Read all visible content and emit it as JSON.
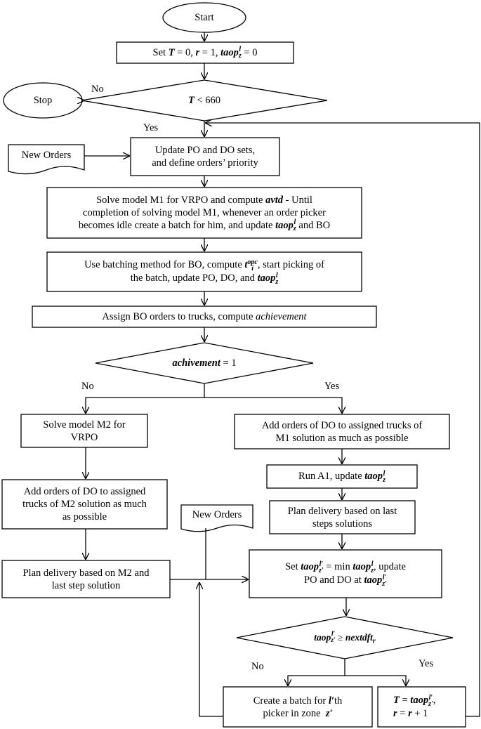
{
  "start": "Start",
  "stop": "Stop",
  "init": {
    "prefix": "Set",
    "T": "T",
    "eq0": "= 0,",
    "r": "r",
    "eq1": "= 1,",
    "taop": "taop",
    "sup": "l",
    "sub": "z",
    "eq2": "= 0"
  },
  "cond1": {
    "T": "T",
    "rest": "< 660"
  },
  "no1": "No",
  "yes1": "Yes",
  "new_orders_1": "New Orders",
  "update": [
    "Update PO and DO sets,",
    "and define orders’ priority"
  ],
  "solve_m1": {
    "l1a": "Solve model M1 for VRPO and compute",
    "avtd": "avtd",
    "l1b": "- Until",
    "l2": "completion of solving model M1, whenever an order picker",
    "l3a": "becomes idle create a batch for him, and update",
    "taop": "taop",
    "sup": "l",
    "sub": "z",
    "l3b": "and BO"
  },
  "batching": {
    "l1a": "Use batching method for BO, compute",
    "t": "t",
    "tsup": "opc",
    "tsub": "i",
    "l1b": ", start picking of",
    "l2a": "the batch, update PO, DO, and",
    "taop": "taop",
    "sup": "l",
    "sub": "z"
  },
  "assign": {
    "text": "Assign BO orders to trucks, compute",
    "em": "achievement"
  },
  "cond2": {
    "var": "achivement",
    "rest": "= 1"
  },
  "no2": "No",
  "yes2": "Yes",
  "solve_m2": [
    "Solve model M2 for",
    "VRPO"
  ],
  "add_m1": [
    "Add orders of DO to assigned trucks of",
    "M1 solution as much as possible"
  ],
  "run_a1": {
    "text": "Run A1, update",
    "taop": "taop",
    "sup": "l",
    "sub": "z"
  },
  "add_m2": [
    "Add orders of DO to assigned",
    "trucks of M2 solution as much",
    "as possible"
  ],
  "plan_last": [
    "Plan delivery based on last",
    "steps solutions"
  ],
  "new_orders_2": "New Orders",
  "plan_m2": [
    "Plan delivery based on M2 and",
    "last step solution"
  ],
  "set_min": {
    "l1a": "Set",
    "taop": "taop",
    "sup": "l′",
    "sub": "z′",
    "l1b": "= min",
    "taop2": "taop",
    "sup2": "l",
    "sub2": "z",
    "l1c": ", update",
    "l2a": "PO and DO at",
    "taop3": "taop",
    "sup3": "l′",
    "sub3": "z′"
  },
  "cond3": {
    "taop": "taop",
    "sup": "l′",
    "sub": "z′",
    "rel": "≥",
    "var": "nextdft",
    "vsub": "r"
  },
  "no3": "No",
  "yes3": "Yes",
  "create_batch": {
    "l1a": "Create a batch for",
    "l": "l′",
    "l1b": "th",
    "l2a": "picker in zone",
    "z": "z′"
  },
  "final": {
    "T": "T",
    "eq": "=",
    "taop": "taop",
    "sup": "l′",
    "sub": "z′",
    "comma": ",",
    "r": "r",
    "eq2": "=",
    "r2": "r",
    "plus": "+ 1"
  }
}
